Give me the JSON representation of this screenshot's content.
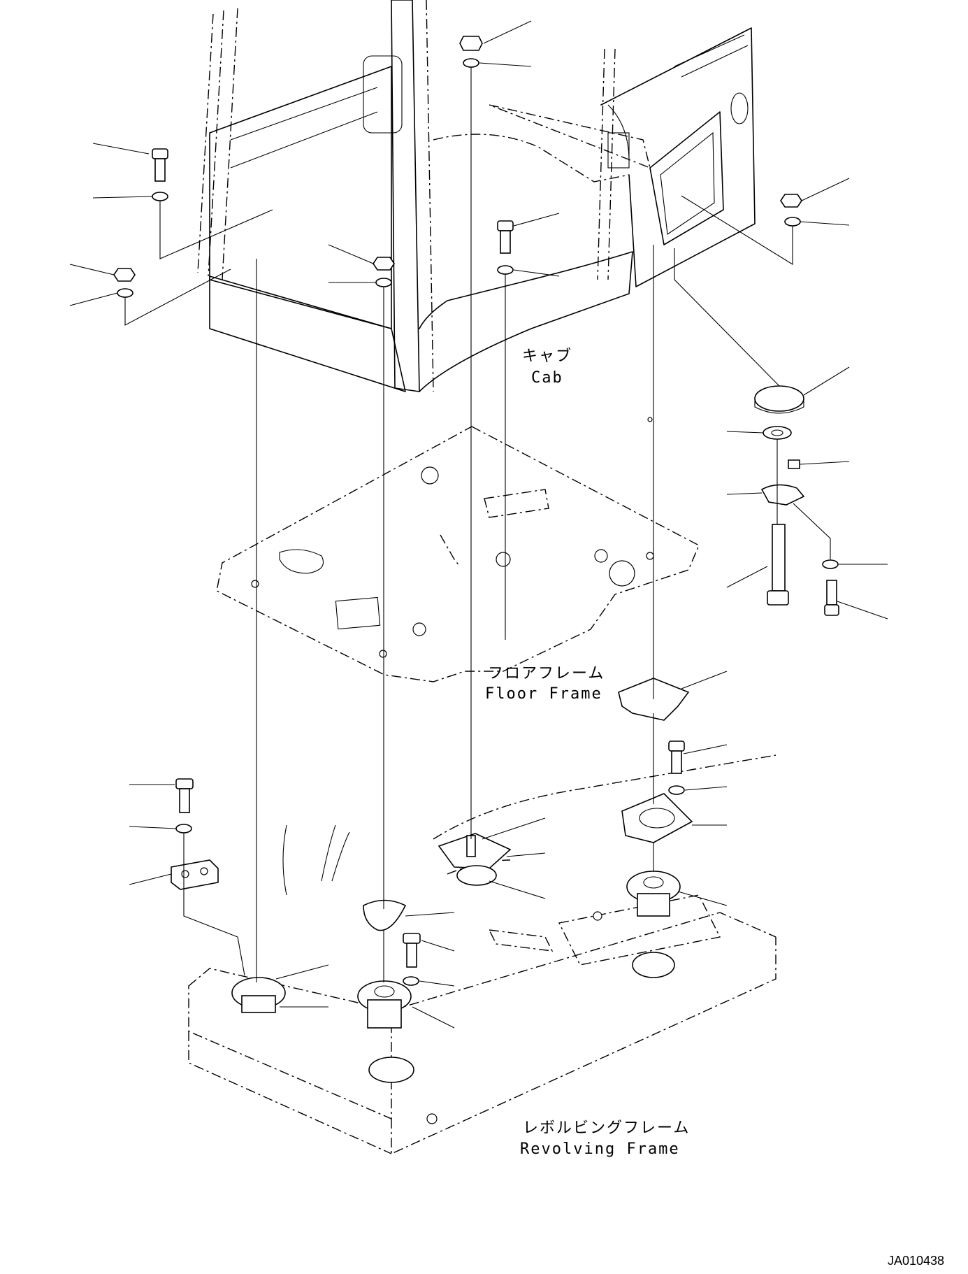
{
  "labels": {
    "cab_jp": "キャブ",
    "cab_en": "Cab",
    "floor_jp": "フロアフレーム",
    "floor_en": "Floor Frame",
    "revolving_jp": "レボルビングフレーム",
    "revolving_en": "Revolving Frame"
  },
  "drawing_code": "JA010438"
}
